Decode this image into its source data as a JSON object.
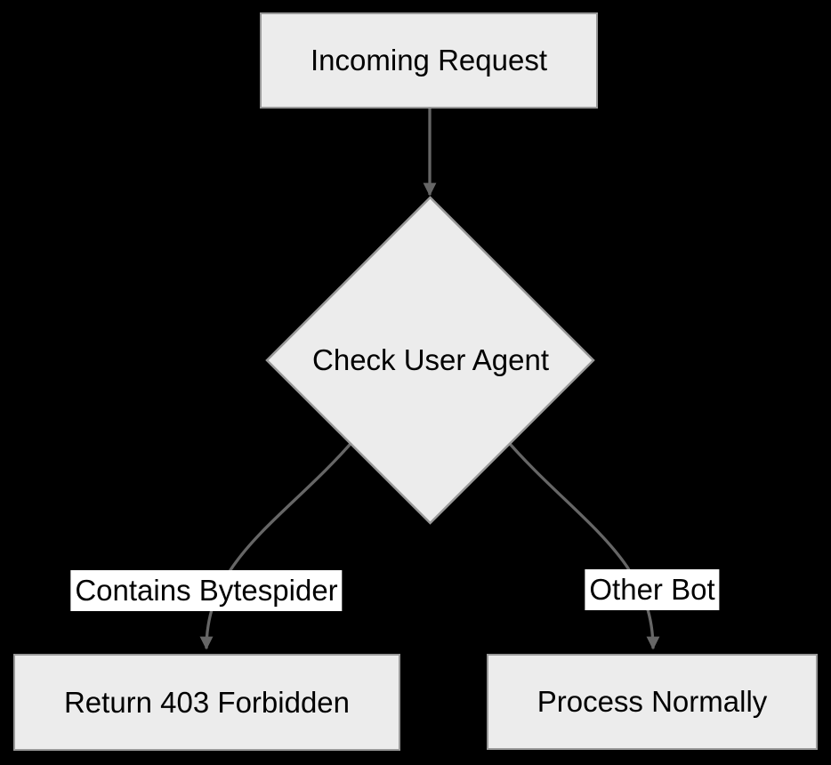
{
  "diagram": {
    "type": "flowchart",
    "direction": "top-down",
    "colors": {
      "background": "#000000",
      "node_fill": "#ececec",
      "node_border": "#999999",
      "edge": "#666666",
      "edge_label_bg": "#ffffff",
      "text": "#000000"
    },
    "nodes": {
      "start": {
        "label": "Incoming Request",
        "shape": "rect"
      },
      "decision": {
        "label": "Check User Agent",
        "shape": "diamond"
      },
      "forbidden": {
        "label": "Return 403 Forbidden",
        "shape": "rect"
      },
      "normal": {
        "label": "Process Normally",
        "shape": "rect"
      }
    },
    "edges": [
      {
        "from": "start",
        "to": "decision",
        "label": ""
      },
      {
        "from": "decision",
        "to": "forbidden",
        "label": "Contains Bytespider"
      },
      {
        "from": "decision",
        "to": "normal",
        "label": "Other Bot"
      }
    ]
  }
}
